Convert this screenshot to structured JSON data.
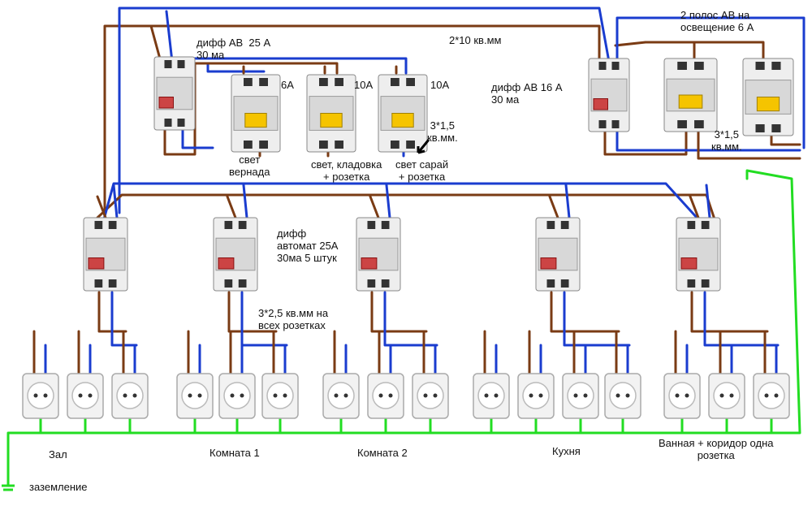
{
  "colors": {
    "phase": "#7a3b14",
    "neutral": "#1a3ccf",
    "ground": "#22dd22",
    "breaker_body": "#eeeeee",
    "breaker_face": "#d8d8d8",
    "outlet_face": "#f2f2f2",
    "toggle": "#f5c400"
  },
  "labels": {
    "main_rcd": "дифф АВ  25 А\n30 ма",
    "cable_main": "2*10 кв.мм",
    "lighting_breakers": "2 полос АВ на\nосвещение 6 А",
    "rcd16": "дифф АВ 16 А\n30 ма",
    "rating_6a": "6А",
    "rating_10a_1": "10А",
    "rating_10a_2": "10А",
    "cable_15": "3*1,5\nкв.мм.",
    "cable_15_right": "3*1,5\nкв.мм.",
    "veranda": "свет\nвернада",
    "pantry": "свет, кладовка\n+ розетка",
    "shed": "свет сарай\n+ розетка",
    "rcd_group": "дифф\nавтомат 25А\n30ма 5 штук",
    "cable_25": "3*2,5 кв.мм на\nвсех розетках",
    "room_hall": "Зал",
    "room_1": "Комната 1",
    "room_2": "Комната 2",
    "room_kitchen": "Кухня",
    "room_bath": "Ванная + коридор одна\nрозетка",
    "ground": "заземление"
  }
}
